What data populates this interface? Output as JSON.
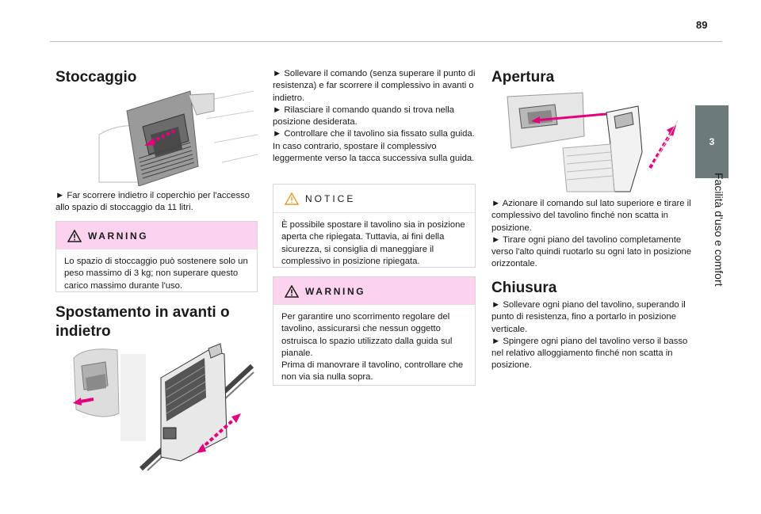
{
  "page_number": "89",
  "chapter": {
    "number": "3",
    "title": "Facilità d'uso e comfort"
  },
  "col1": {
    "heading1": "Stoccaggio",
    "para1": "► Far scorrere indietro il coperchio per l'accesso allo spazio di stoccaggio da 11 litri.",
    "warning1": {
      "label": "WARNING",
      "text": "Lo spazio di stoccaggio può sostenere solo un peso massimo di 3 kg; non superare questo carico massimo durante l'uso."
    },
    "heading2": "Spostamento in avanti o indietro"
  },
  "col2": {
    "para1": "► Sollevare il comando (senza superare il punto di resistenza) e far scorrere il complessivo in avanti o indietro.\n► Rilasciare il comando quando si trova nella posizione desiderata.\n► Controllare che il tavolino sia fissato sulla guida. In caso contrario, spostare il complessivo leggermente verso la tacca successiva sulla guida.",
    "notice": {
      "label": "NOTICE",
      "text": "È possibile spostare il tavolino sia in posizione aperta che ripiegata. Tuttavia, ai fini della sicurezza, si consiglia di maneggiare il complessivo in posizione ripiegata."
    },
    "warning2": {
      "label": "WARNING",
      "text": "Per garantire uno scorrimento regolare del tavolino, assicurarsi che nessun oggetto ostruisca lo spazio utilizzato dalla guida sul pianale.\nPrima di manovrare il tavolino, controllare che non via sia nulla sopra."
    }
  },
  "col3": {
    "heading1": "Apertura",
    "para1": "► Azionare il comando sul lato superiore e tirare il complessivo del tavolino finché non scatta in posizione.\n► Tirare ogni piano del tavolino completamente verso l'alto quindi ruotarlo su ogni lato in posizione orizzontale.",
    "heading2": "Chiusura",
    "para2": "► Sollevare ogni piano del tavolino, superando il punto di resistenza, fino a portarlo in posizione verticale.\n► Spingere ogni piano del tavolino verso il basso nel relativo alloggiamento finché non scatta in posizione."
  },
  "colors": {
    "accent": "#e4007d",
    "warning_bg": "#fbd3ee",
    "tab_bg": "#6d7a7a"
  },
  "icons": [
    "warning-triangle-icon",
    "notice-triangle-icon"
  ]
}
